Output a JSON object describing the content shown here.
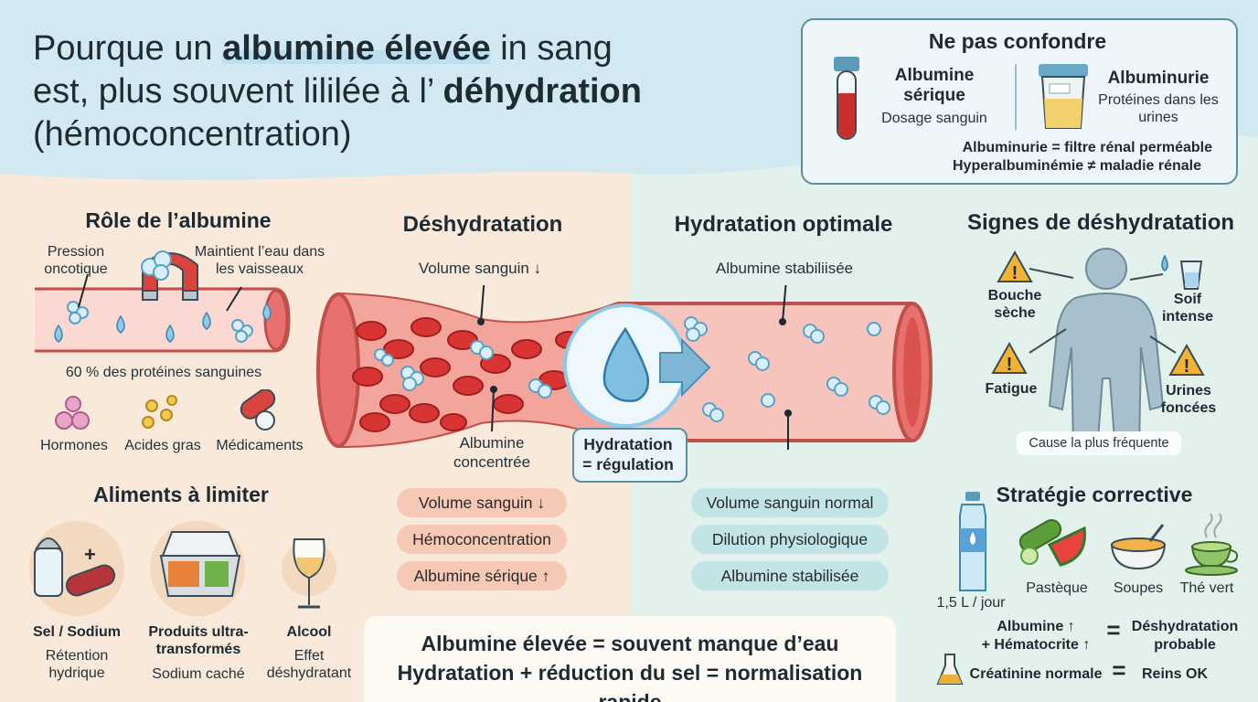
{
  "title": {
    "line1_pre": "Pourque un ",
    "line1_bold": "albumine élevée",
    "line1_post": " in sang",
    "line2_pre": "est, plus souvent lililée à l’ ",
    "line2_bold": "déhydration",
    "line3": "(hémoconcentration)"
  },
  "confusion": {
    "title": "Ne pas confondre",
    "left_title": "Albumine sérique",
    "left_sub": "Dosage sanguin",
    "right_title": "Albuminurie",
    "right_sub": "Protéines dans les urines",
    "note1": "Albuminurie = filtre rénal perméable",
    "note2": "Hyperalbuminémie ≠ maladie rénale"
  },
  "role": {
    "title": "Rôle de l’albumine",
    "left_label": "Pression oncotique",
    "right_label": "Maintient l’eau dans les vaisseaux",
    "stat": "60 % des protéines sanguines",
    "items": [
      "Hormones",
      "Acides gras",
      "Médicaments"
    ]
  },
  "foods": {
    "title": "Aliments à limiter",
    "items": [
      {
        "title": "Sel / Sodium",
        "sub": "Rétention hydrique"
      },
      {
        "title": "Produits ultra-transformés",
        "sub": "Sodium caché"
      },
      {
        "title": "Alcool",
        "sub": "Effet déshydratant"
      }
    ]
  },
  "dehydration": {
    "title": "Déshydratation",
    "top_label": "Volume sanguin ↓",
    "mid_label": "Albumine concentrée",
    "pills": [
      "Volume sanguin ↓",
      "Hémoconcentration",
      "Albumine sérique ↑"
    ]
  },
  "hydration": {
    "title": "Hydratation optimale",
    "top_label": "Albumine stabiliisée",
    "badge_line1": "Hydratation",
    "badge_line2": "= régulation",
    "pills": [
      "Volume sanguin normal",
      "Dilution physiologique",
      "Albumine stabilisée"
    ]
  },
  "signs": {
    "title": "Signes de déshydratation",
    "items": [
      "Bouche sèche",
      "Soif intense",
      "Fatigue",
      "Urines foncées"
    ],
    "caption": "Cause la plus fréquente"
  },
  "strategy": {
    "title": "Stratégie corrective",
    "water": "1,5 L / jour",
    "items": [
      "Pastèque",
      "Soupes",
      "Thé vert"
    ],
    "eq1_left_a": "Albumine ↑",
    "eq1_left_b": "+ Hématocrite ↑",
    "eq1_right_a": "Déshydratation",
    "eq1_right_b": "probable",
    "eq2_left": "Créatinine normale",
    "eq2_right": "Reins OK",
    "equals": "="
  },
  "bottom": {
    "line1": "Albumine élevée = souvent manque d’eau",
    "line2": "Hydratation + réduction du sel = normalisation rapide"
  },
  "colors": {
    "peach": "#f8e9da",
    "mint": "#e0f0ea",
    "sky": "#cfe8f1",
    "vessel": "#e8716f",
    "accent": "#5b8da6"
  }
}
